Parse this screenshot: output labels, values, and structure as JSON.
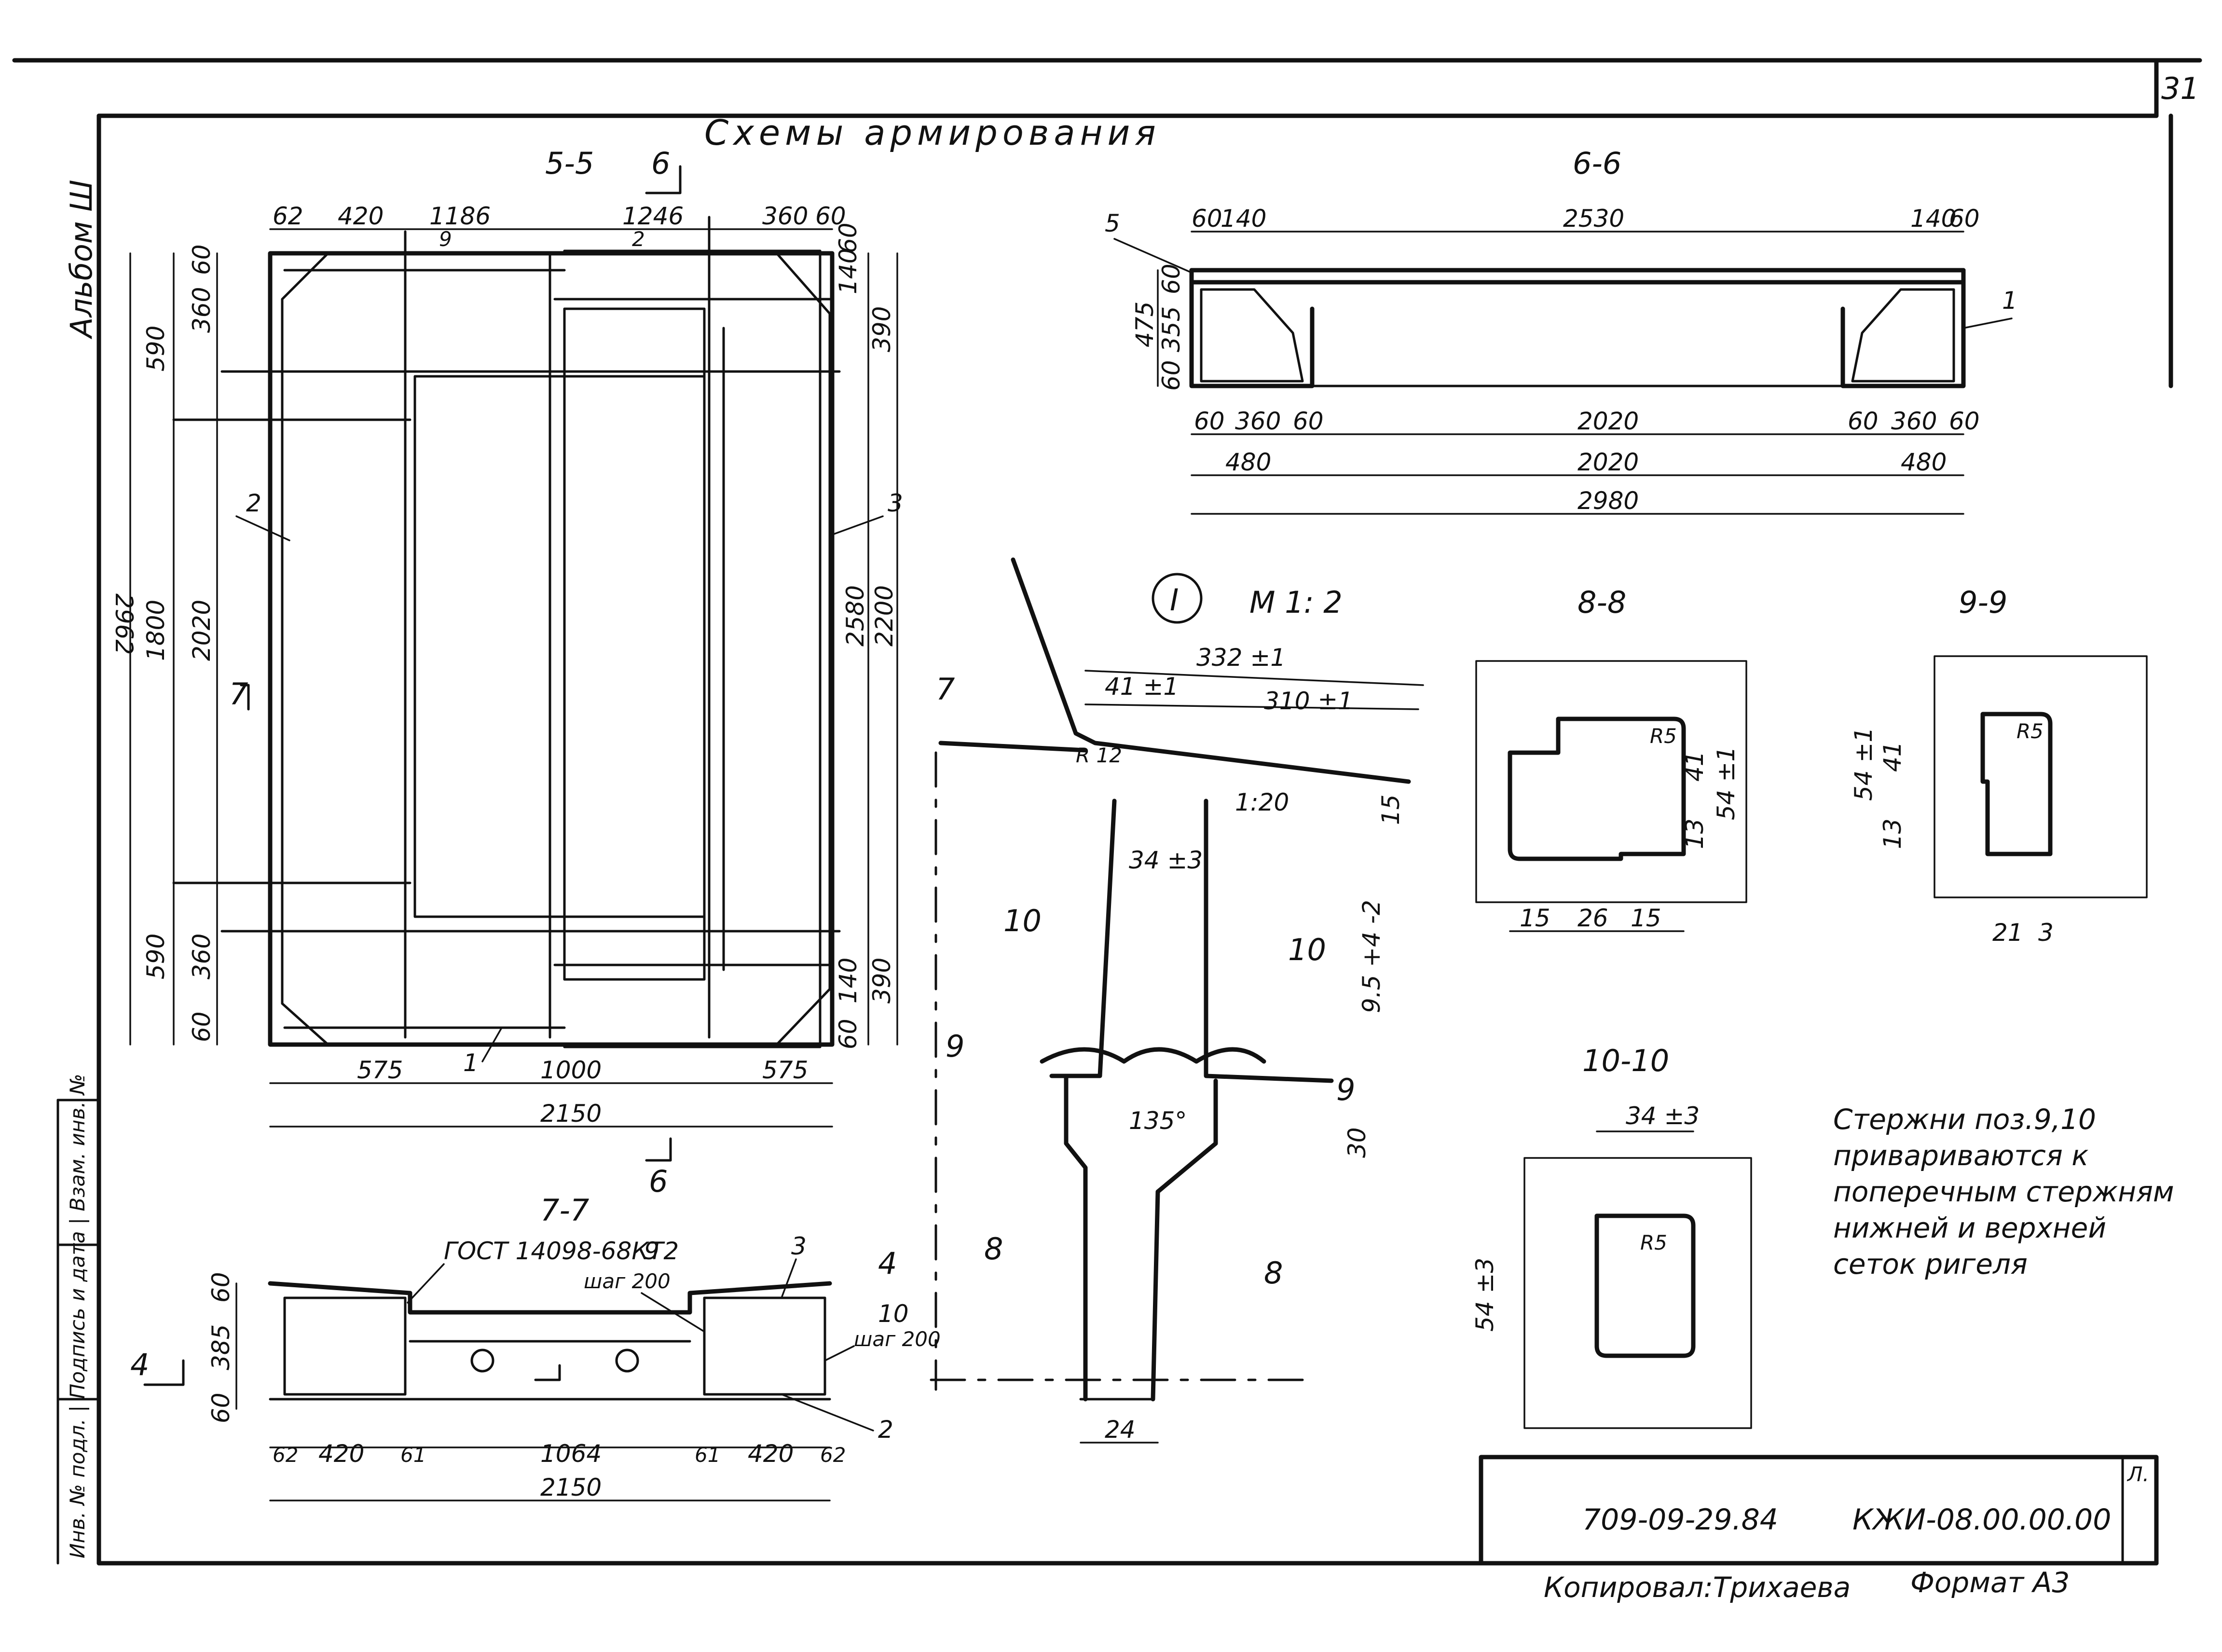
{
  "page_number": "31",
  "title": "Схемы армирования",
  "album_label": "Альбом Ш",
  "left_stamp": "Инв. № подл. | Подпись и дата | Взам. инв. №",
  "sections": {
    "s55": {
      "label": "5-5",
      "cut_mark": "6",
      "side_mark": "7",
      "top_dims": [
        "62",
        "420",
        "1186",
        "1246",
        "360",
        "60"
      ],
      "top_sub": [
        "9",
        "2"
      ],
      "right_dims": [
        "60",
        "140",
        "390",
        "2580",
        "2200",
        "390",
        "140",
        "60"
      ],
      "left_dims": [
        "2962",
        "1800",
        "590",
        "2020",
        "590",
        "360",
        "60",
        "360",
        "60"
      ],
      "bottom_dims": [
        "575",
        "1000",
        "575"
      ],
      "total_width": "2150",
      "callouts": [
        "2",
        "3",
        "1"
      ]
    },
    "s66": {
      "label": "6-6",
      "top_dims": [
        "60",
        "140",
        "2530",
        "140",
        "60"
      ],
      "left_dims": [
        "475",
        "60",
        "355",
        "60"
      ],
      "bottom_row1": [
        "60",
        "360",
        "60",
        "2020",
        "60",
        "360",
        "60"
      ],
      "bottom_row2": [
        "480",
        "2020",
        "480"
      ],
      "total": "2980",
      "callouts": [
        "5",
        "1"
      ]
    },
    "node1": {
      "label": "I",
      "scale": "М 1: 2",
      "dims": [
        "332 ±1",
        "41 ±1",
        "310 ±1",
        "R 12",
        "1:20",
        "15",
        "34 ±3",
        "9.5 +4 -2",
        "135°",
        "30",
        "24"
      ],
      "cuts": [
        "7",
        "10",
        "10",
        "9",
        "9",
        "8",
        "8"
      ]
    },
    "s88": {
      "label": "8-8",
      "dims": [
        "R5",
        "41",
        "54 ±1",
        "13",
        "15",
        "26",
        "15"
      ]
    },
    "s99": {
      "label": "9-9",
      "dims": [
        "R5",
        "54 ±1",
        "41",
        "13",
        "21",
        "3"
      ]
    },
    "s1010": {
      "label": "10-10",
      "dims": [
        "34 ±3",
        "R5",
        "54 ±3"
      ]
    },
    "s77": {
      "label": "7-7",
      "gost": "ГОСТ 14098-68КТ2",
      "notes": [
        "9",
        "шаг 200",
        "3",
        "10",
        "шаг 200",
        "2"
      ],
      "left_dims": [
        "60",
        "385",
        "60"
      ],
      "bottom_dims": [
        "62",
        "420",
        "61",
        "1064",
        "61",
        "420",
        "62"
      ],
      "total": "2150",
      "cut_mark": "4"
    }
  },
  "note": [
    "Стержни поз.9,10",
    "привариваются к",
    "поперечным стержням",
    "нижней и верхней",
    "сеток ригеля"
  ],
  "stamp": {
    "code1": "709-09-29.84",
    "code2": "КЖИ-08.00.00.00",
    "sheet_mark": "Л."
  },
  "footer": {
    "copied": "Копировал:Трихаева",
    "format": "Формат А3"
  }
}
